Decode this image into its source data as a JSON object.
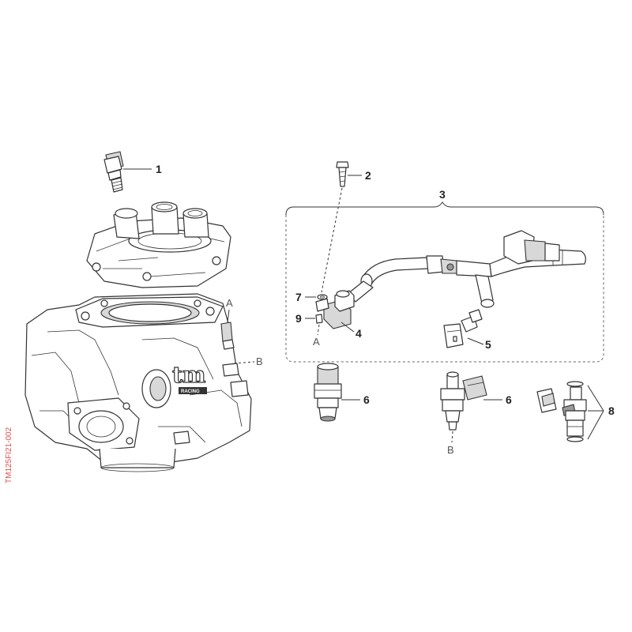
{
  "drawing_code": "TM125FI21-002",
  "callouts": {
    "n1": "1",
    "n2": "2",
    "n3": "3",
    "n4": "4",
    "n5": "5",
    "n6a": "6",
    "n6b": "6",
    "n7": "7",
    "n8": "8",
    "n9": "9"
  },
  "refs": {
    "a_engine": "A",
    "b_engine": "B",
    "a_kit": "A",
    "b_injector": "B"
  },
  "logo": {
    "text": "tm",
    "sub": "RACING"
  }
}
